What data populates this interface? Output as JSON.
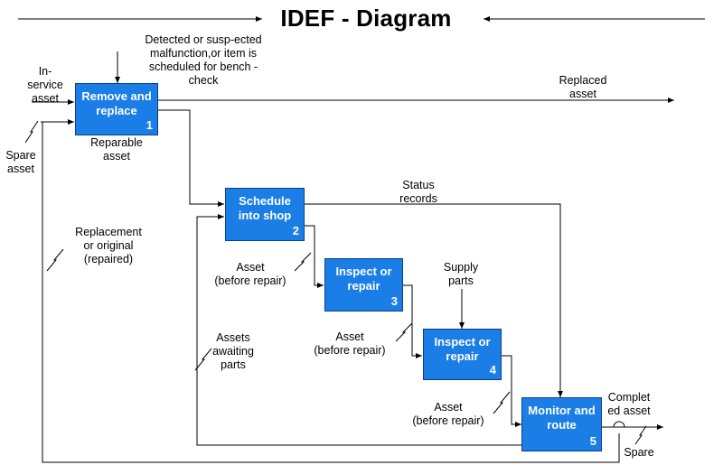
{
  "title": "IDEF - Diagram",
  "boxes": [
    {
      "label": "Remove and replace",
      "number": "1"
    },
    {
      "label": "Schedule into shop",
      "number": "2"
    },
    {
      "label": "Inspect or repair",
      "number": "3"
    },
    {
      "label": "Inspect or repair",
      "number": "4"
    },
    {
      "label": "Monitor and route",
      "number": "5"
    }
  ],
  "labels": {
    "in_service_asset": [
      "In-",
      "service",
      "asset"
    ],
    "spare_asset": [
      "Spare",
      "asset"
    ],
    "control_top": [
      "Detected or susp-ected",
      "malfunction,or item is",
      "scheduled for bench -",
      "check"
    ],
    "replaced_asset": [
      "Replaced",
      "asset"
    ],
    "reparable_asset": [
      "Reparable",
      "asset"
    ],
    "status_records": [
      "Status",
      "records"
    ],
    "replacement_or_original": [
      "Replacement",
      "or original",
      "(repaired)"
    ],
    "asset_before_repair_1": [
      "Asset",
      "(before repair)"
    ],
    "supply_parts": [
      "Supply",
      "parts"
    ],
    "asset_before_repair_2": [
      "Asset",
      "(before repair)"
    ],
    "assets_awaiting_parts": [
      "Assets",
      "awaiting",
      "parts"
    ],
    "asset_before_repair_3": [
      "Asset",
      "(before repair)"
    ],
    "completed_asset": [
      "Complet",
      "ed asset"
    ],
    "spare": [
      "Spare"
    ]
  }
}
